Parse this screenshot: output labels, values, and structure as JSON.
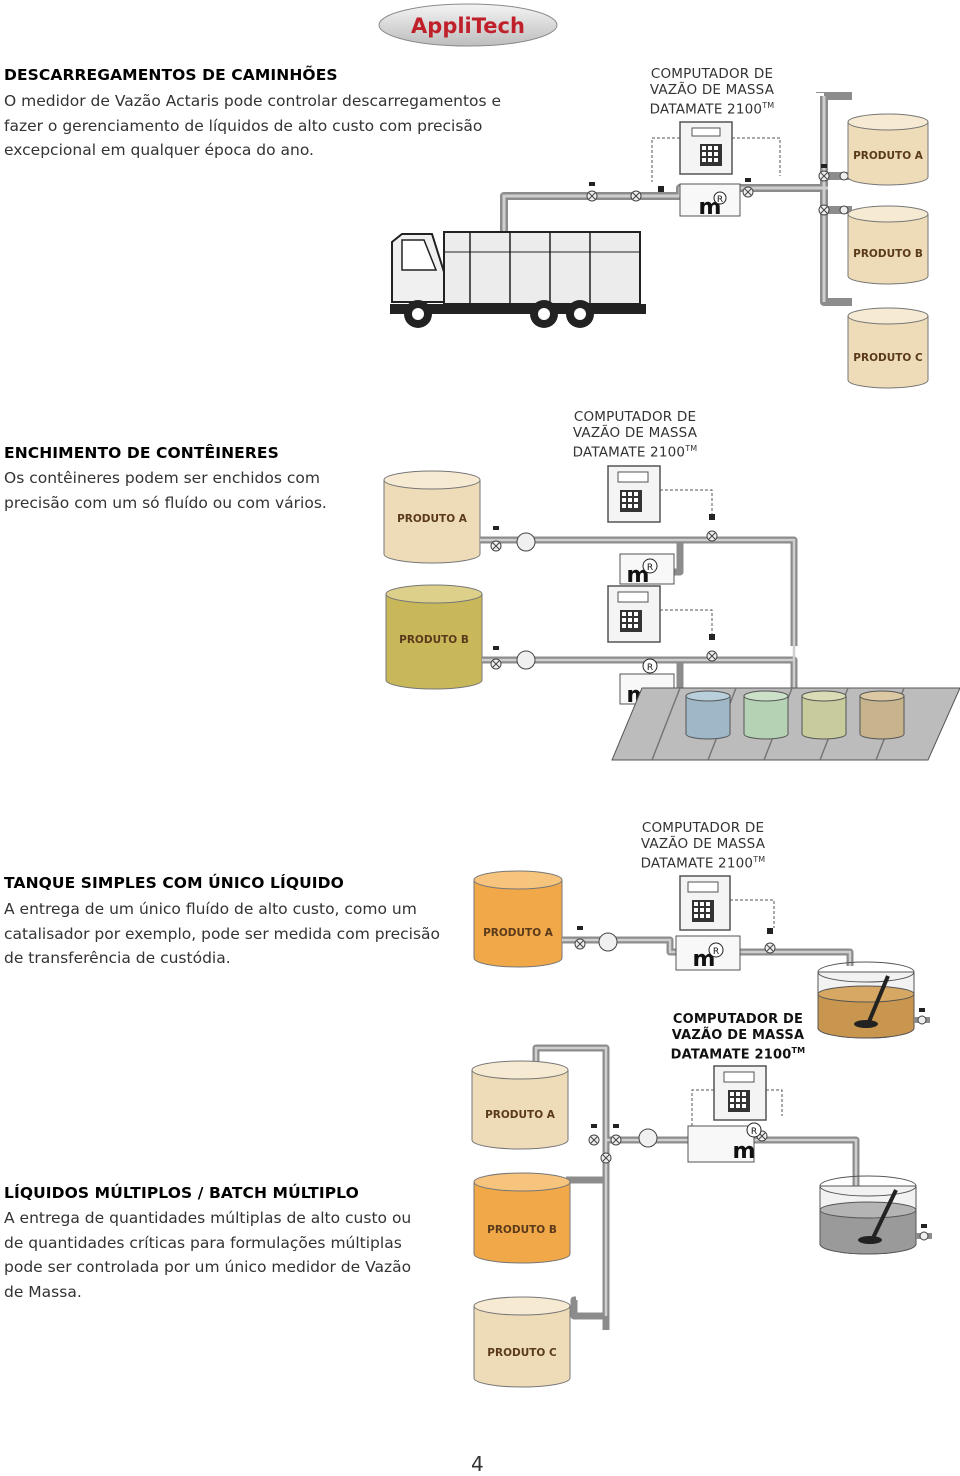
{
  "logo": {
    "text": "AppliTech"
  },
  "sections": [
    {
      "title": "DESCARREGAMENTOS DE CAMINHÕES",
      "body_lines": [
        "O medidor de Vazão Actaris pode controlar descarregamentos e",
        "fazer o gerenciamento de líquidos de alto custo com precisão",
        "excepcional em qualquer época do ano."
      ]
    },
    {
      "title": "ENCHIMENTO DE CONTÊINERES",
      "body_lines": [
        "Os contêineres podem ser enchidos com",
        "precisão com um só fluído ou com vários."
      ]
    },
    {
      "title": "TANQUE SIMPLES COM ÚNICO LÍQUIDO",
      "body_lines": [
        "A entrega de um único fluído de alto custo, como um",
        "catalisador por exemplo, pode ser medida com precisão",
        "de transferência de custódia."
      ]
    },
    {
      "title": "LÍQUIDOS MÚLTIPLOS / BATCH MÚLTIPLO",
      "body_lines": [
        "A entrega de quantidades múltiplas de alto custo ou",
        "de quantidades críticas para formulações múltiplas",
        "pode ser controlada por um único medidor de Vazão",
        "de Massa."
      ]
    }
  ],
  "computer_label": {
    "line1": "COMPUTADOR  DE",
    "line1b": "COMPUTADOR DE",
    "line2": "VAZÃO DE MASSA",
    "line3": "DATAMATE 2100",
    "tm": "TM"
  },
  "tanks": {
    "a": "PRODUTO A",
    "b": "PRODUTO B",
    "c": "PRODUTO C"
  },
  "meter_mark": "R",
  "page_number": "4",
  "colors": {
    "tank_beige": "#eedcb8",
    "tank_olive": "#c8b85a",
    "tank_orange": "#f0a848",
    "pipe_gray": "#a8a8a8",
    "logo_red": "#c0202a"
  }
}
